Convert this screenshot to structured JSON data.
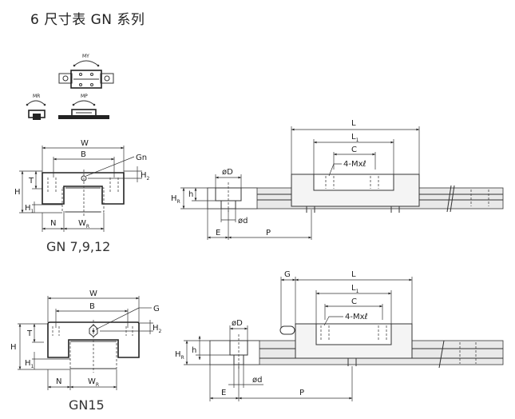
{
  "title": "6 尺寸表  GN 系列",
  "captions": {
    "small_series": "GN 7,9,12",
    "large_series": "GN15"
  },
  "moment_icons": {
    "my": "MY",
    "mr": "MR",
    "mp": "MP"
  },
  "diagram_small": {
    "cross_section_labels": {
      "W": "W",
      "B": "B",
      "Gn": "Gn",
      "H2": "H",
      "H2_sub": "2",
      "T": "T",
      "H": "H",
      "H1": "H",
      "H1_sub": "1",
      "N": "N",
      "WR": "W",
      "WR_sub": "R"
    },
    "side_view_labels": {
      "L": "L",
      "L1": "L",
      "L1_sub": "1",
      "C": "C",
      "screw": "4-Mxℓ",
      "phiD": "øD",
      "phid": "ød",
      "HR": "H",
      "HR_sub": "R",
      "h": "h",
      "E": "E",
      "P": "P"
    }
  },
  "diagram_large": {
    "cross_section_labels": {
      "W": "W",
      "B": "B",
      "G": "G",
      "H2": "H",
      "H2_sub": "2",
      "T": "T",
      "H": "H",
      "H1": "H",
      "H1_sub": "1",
      "N": "N",
      "WR": "W",
      "WR_sub": "R"
    },
    "side_view_labels": {
      "G": "G",
      "L": "L",
      "L1": "L",
      "L1_sub": "1",
      "C": "C",
      "screw": "4-Mxℓ",
      "phiD": "øD",
      "phid": "ød",
      "HR": "H",
      "HR_sub": "R",
      "h": "h",
      "E": "E",
      "P": "P"
    }
  }
}
